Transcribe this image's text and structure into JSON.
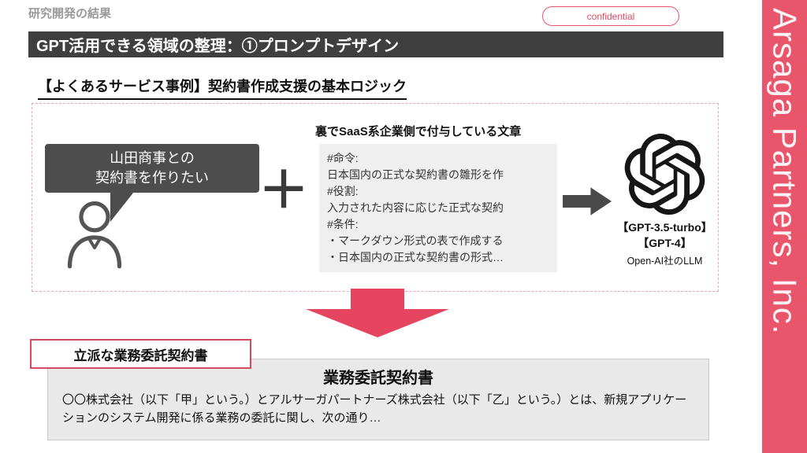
{
  "header": {
    "label": "研究開発の結果",
    "confidential": "confidential"
  },
  "sidebar": {
    "brand": "Arsaga Partners, Inc."
  },
  "title_bar": {
    "title": "GPT活用できる領域の整理：①プロンプトデザイン"
  },
  "section": {
    "subtitle": "【よくあるサービス事例】契約書作成支援の基本ロジック"
  },
  "flow": {
    "user_request": [
      "山田商事との",
      "契約書を作りたい"
    ],
    "plus": "＋",
    "prompt_caption": "裏でSaaS系企業側で付与している文章",
    "prompt_lines": [
      "#命令:",
      "日本国内の正式な契約書の雛形を作",
      "#役割:",
      "入力された内容に応じた正式な契約",
      "#条件:",
      "・マークダウン形式の表で作成する",
      "・日本国内の正式な契約書の形式…"
    ],
    "model_labels": [
      "【GPT-3.5-turbo】",
      "【GPT-4】"
    ],
    "model_caption": "Open-AI社のLLM"
  },
  "result": {
    "tag": "立派な業務委託契約書",
    "doc_title": "業務委託契約書",
    "doc_body": "〇〇株式会社（以下「甲」という。）とアルサーガパートナーズ株式会社（以下「乙」という。）とは、新規アプリケーションのシステム開発に係る業務の委託に関し、次の通り…"
  },
  "icons": {
    "person": "person-icon",
    "openai": "openai-logo-icon",
    "arrow_right": "arrow-right-icon",
    "arrow_down": "arrow-down-icon"
  },
  "colors": {
    "accent_pink": "#e9566b",
    "arrow_red": "#e5455f",
    "title_bar_gray": "#3f3f3f",
    "bubble_gray": "#4d4d4d",
    "prompt_bg": "#efefef",
    "doc_bg": "#e9e9e9"
  }
}
